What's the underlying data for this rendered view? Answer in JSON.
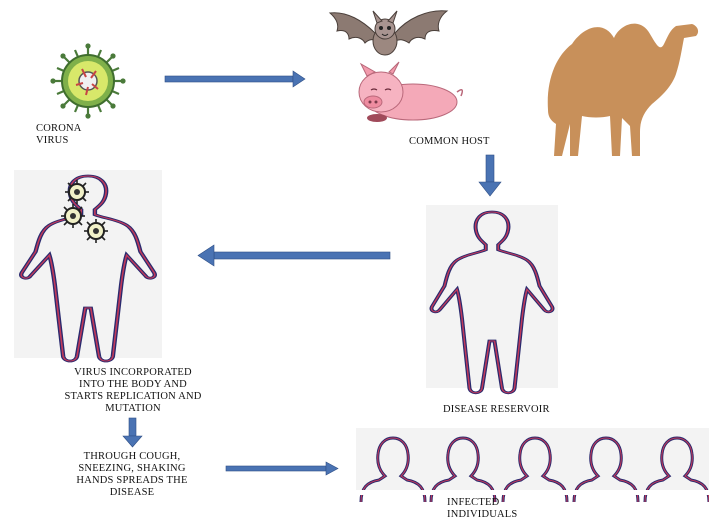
{
  "diagram": {
    "nodes": {
      "virus": "CORONA\nVIRUS",
      "host": "COMMON HOST",
      "reservoir": "DISEASE RESERVOIR",
      "incorporated": "VIRUS INCORPORATED\nINTO THE BODY AND\nSTARTS REPLICATION AND\nMUTATION",
      "spread": "THROUGH COUGH,\nSNEEZING, SHAKING\nHANDS SPREADS THE\nDISEASE",
      "infected": "INFECTED\nINDIVIDUALS"
    },
    "host_animals": [
      "bat",
      "pig",
      "camel"
    ],
    "colors": {
      "arrow": "#4a73b3",
      "arrow_edge": "#2f4f86",
      "camel": "#c8905a",
      "pig": "#f4a9b8",
      "bat": "#8c7a72",
      "body_outline_outer": "#2a2a6e",
      "body_outline_inner": "#c0395a",
      "virus_core": "#d8e86a",
      "virus_spike": "#4a7a3a"
    }
  }
}
